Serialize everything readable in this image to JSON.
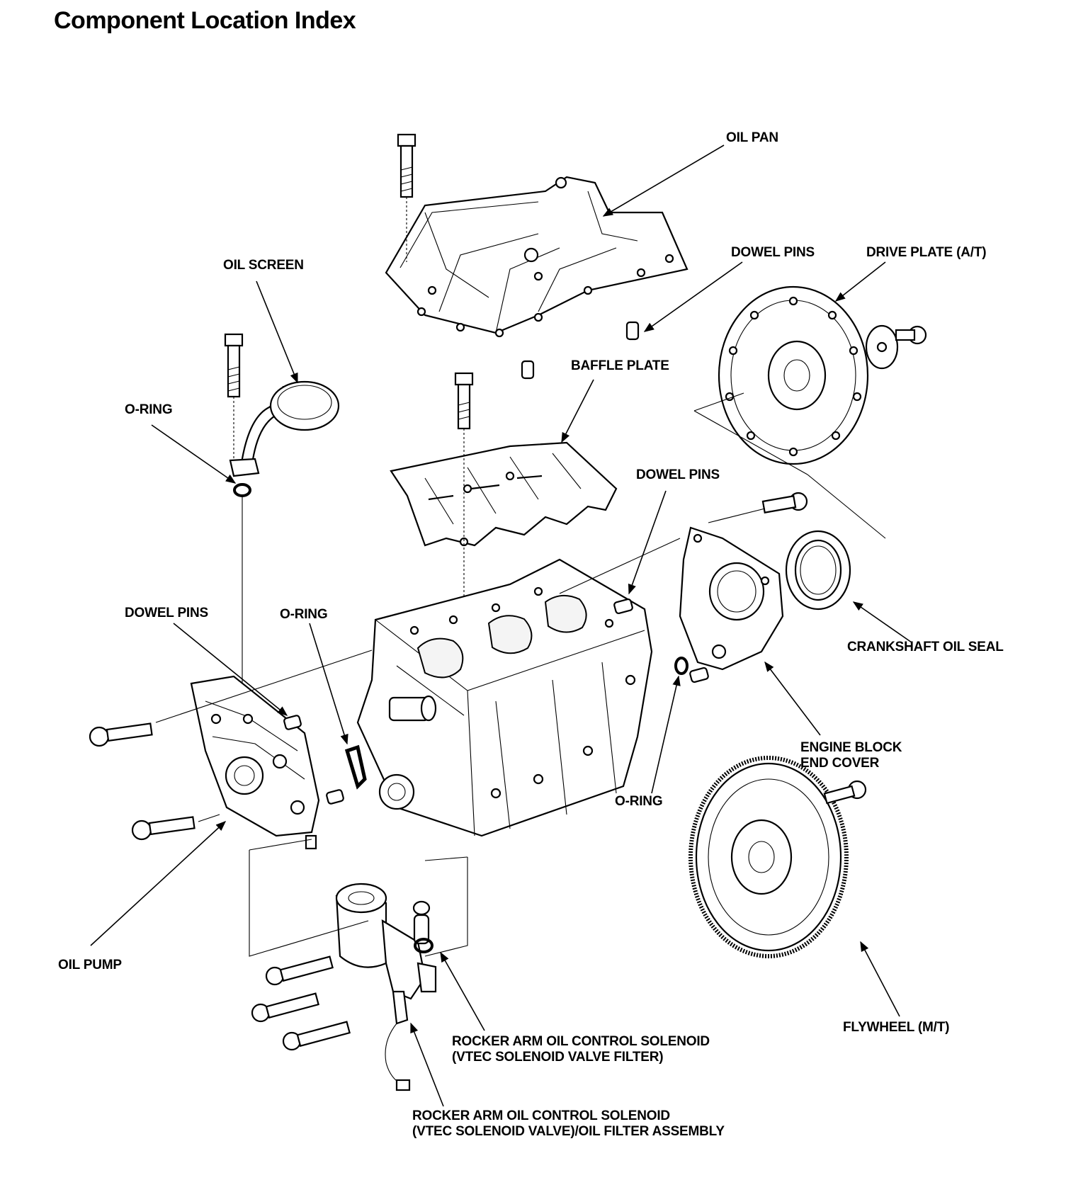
{
  "page": {
    "title": "Component Location Index"
  },
  "labels": {
    "oil_pan": "OIL PAN",
    "oil_screen": "OIL SCREEN",
    "dowel_pins_pan": "DOWEL PINS",
    "drive_plate": "DRIVE PLATE (A/T)",
    "o_ring_screen": "O-RING",
    "baffle_plate": "BAFFLE PLATE",
    "dowel_pins_cover": "DOWEL PINS",
    "dowel_pins_pump": "DOWEL PINS",
    "o_ring_pump": "O-RING",
    "crankshaft_oil_seal": "CRANKSHAFT OIL SEAL",
    "engine_block_end_cover_line1": "ENGINE BLOCK",
    "engine_block_end_cover_line2": "END COVER",
    "o_ring_cover": "O-RING",
    "oil_pump": "OIL PUMP",
    "flywheel": "FLYWHEEL (M/T)",
    "solenoid_filter_line1": "ROCKER ARM OIL CONTROL SOLENOID",
    "solenoid_filter_line2": "(VTEC SOLENOID VALVE FILTER)",
    "solenoid_assembly_line1": "ROCKER ARM OIL CONTROL SOLENOID",
    "solenoid_assembly_line2": "(VTEC SOLENOID VALVE)/OIL FILTER ASSEMBLY"
  }
}
